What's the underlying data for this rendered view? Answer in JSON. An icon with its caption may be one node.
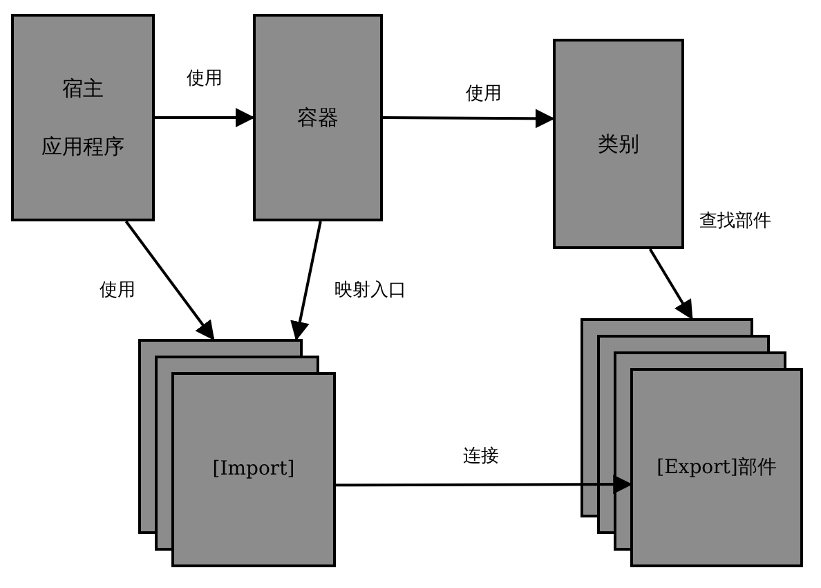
{
  "diagram": {
    "nodes": [
      {
        "text": [
          "宿主",
          "应用程序"
        ]
      },
      {
        "text": [
          "容器"
        ]
      },
      {
        "text": [
          "类别"
        ]
      },
      {
        "text": [
          "[Import]"
        ]
      },
      {
        "text": [
          "[Export]部件"
        ]
      }
    ],
    "edges": [
      {
        "from": 0,
        "to": 1,
        "arrow": "to",
        "label": "使用"
      },
      {
        "from": 1,
        "to": 2,
        "arrow": "to",
        "label": "使用"
      },
      {
        "from": 0,
        "to": 3,
        "arrow": "to",
        "label": "使用"
      },
      {
        "from": 1,
        "to": 3,
        "arrow": "to",
        "label": "映射入口"
      },
      {
        "from": 2,
        "to": 4,
        "arrow": "to",
        "label": "查找部件"
      },
      {
        "from": 3,
        "to": 4,
        "arrow": "to",
        "label": "连接"
      }
    ]
  }
}
